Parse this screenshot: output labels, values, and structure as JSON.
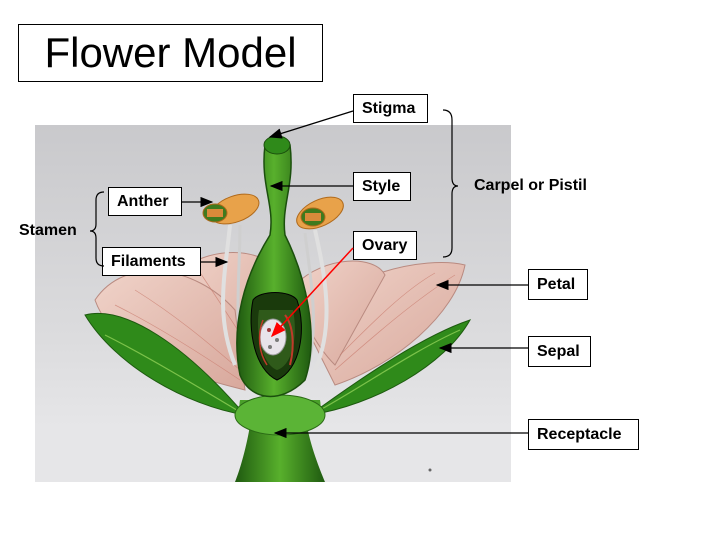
{
  "title": "Flower Model",
  "labels": {
    "stigma": "Stigma",
    "style": "Style",
    "ovary": "Ovary",
    "anther": "Anther",
    "filaments": "Filaments",
    "stamen": "Stamen",
    "carpel": "Carpel or Pistil",
    "petal": "Petal",
    "sepal": "Sepal",
    "receptacle": "Receptacle"
  },
  "colors": {
    "pointer_arrow": "#000000",
    "ovary_arrow": "#ff0000",
    "stem_green": "#2e7d1a",
    "petal_pink": "#e8c3b8",
    "anther_orange": "#e8a24a",
    "backdrop": "#d9d9dc"
  }
}
